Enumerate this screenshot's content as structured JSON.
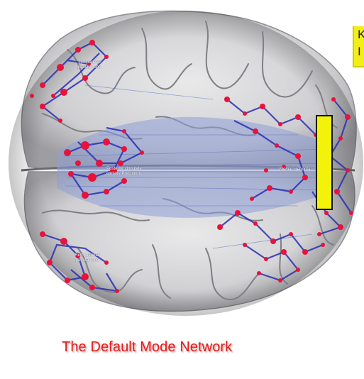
{
  "figure": {
    "labels": {
      "left_parietal": "Left parietal\nparietal lobe",
      "posterior_cingulate": "Posterior cingulate\ncortex / Precuneus",
      "medial_prefrontal": "Medial prefrontal cortex",
      "right_parietal": "Right parietal\nparietal lobe"
    },
    "node_color": "#e8123a",
    "edge_color": "#2b2fb3",
    "highlight_color": "#f2f20a"
  },
  "corner_tag": {
    "line1": "K",
    "line2": "I"
  },
  "caption": {
    "text": "The Default Mode Network",
    "color": "#e21c1c"
  }
}
